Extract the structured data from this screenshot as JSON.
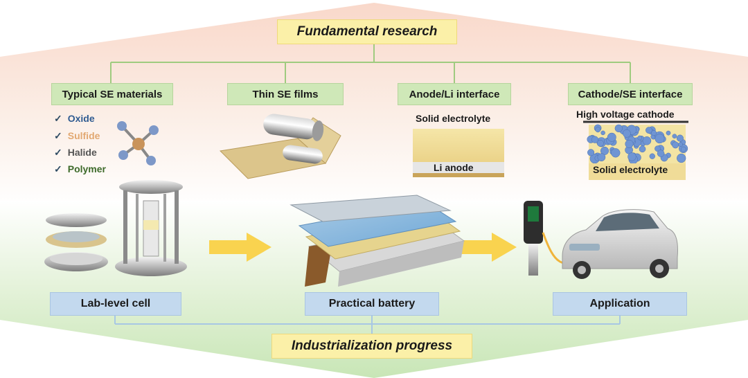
{
  "top_banner": "Fundamental research",
  "bottom_banner": "Industrialization progress",
  "research_topics": [
    "Typical SE materials",
    "Thin SE films",
    "Anode/Li interface",
    "Cathode/SE interface"
  ],
  "materials": [
    {
      "name": "Oxide",
      "color": "#2f5b91"
    },
    {
      "name": "Sulfide",
      "color": "#e2a871"
    },
    {
      "name": "Halide",
      "color": "#555555"
    },
    {
      "name": "Polymer",
      "color": "#3d6a2a"
    }
  ],
  "anode_panel": {
    "top_label": "Solid electrolyte",
    "bottom_label": "Li anode"
  },
  "cathode_panel": {
    "top_label": "High voltage cathode",
    "bottom_label": "Solid electrolyte"
  },
  "stages": [
    "Lab-level cell",
    "Practical battery",
    "Application"
  ],
  "colors": {
    "top_band": "#f8d9cc",
    "bottom_band": "#cfe8c0",
    "connector": "#9fcb7f",
    "arrow": "#f9d34f"
  }
}
